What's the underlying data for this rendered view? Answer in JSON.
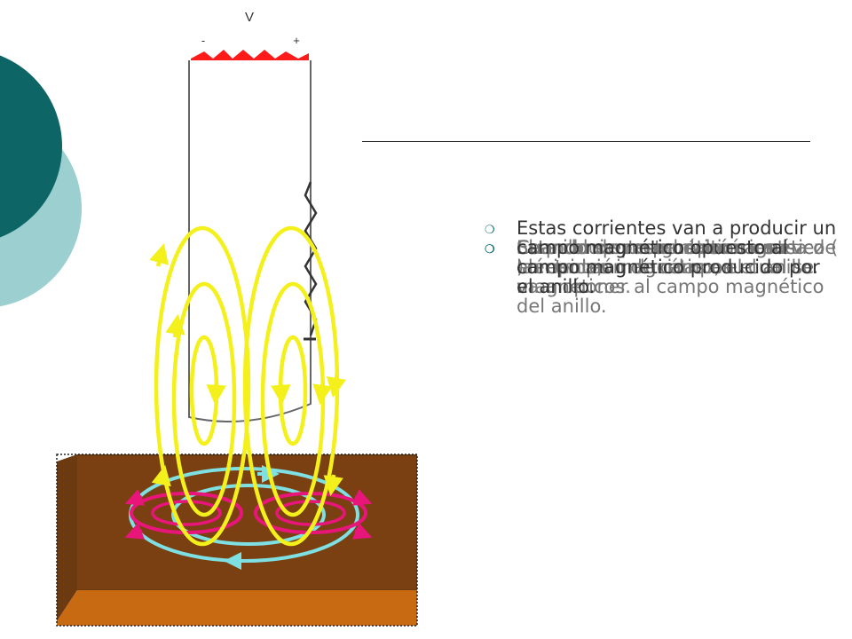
{
  "figure": {
    "voltage_label": "V",
    "minus_label": "-",
    "plus_label": "+"
  },
  "bullets": [
    {
      "text": "Se produce un campo magnético ( )"
    },
    {
      "text": "Este campo magnético crea corrientes inducidas en el anillo."
    },
    {
      "text": "Cuando se pasa una corriente eléctrica,"
    },
    {
      "text": "El anillo de metal saltó a causa de la repulsión de campos magnéticos."
    },
    {
      "text": "Esta corriente producirá a su vez un campo magnético, el cual se va a oponer al campo magnético del anillo."
    },
    {
      "text": "Estas corrientes van a producir un campo magnético opuesto al campo magnético producido por el anillo."
    }
  ],
  "colors": {
    "teal_dark": "#0e6565",
    "teal_light": "#9ccfcf",
    "field_yellow": "#f4f01c",
    "field_magenta": "#e8157a",
    "field_cyan": "#7fe0e3",
    "block_brown": "#6b3a10",
    "block_orange": "#c76a12",
    "battery_red": "#ff1a1a"
  }
}
